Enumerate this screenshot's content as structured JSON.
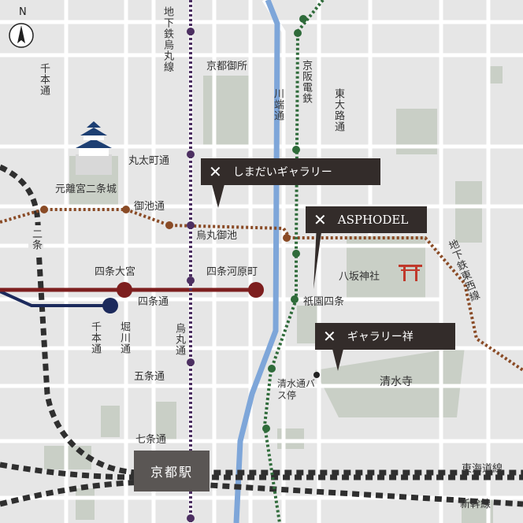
{
  "compass": {
    "letter": "N"
  },
  "callouts": {
    "shimadai": {
      "mark": "✕",
      "name": "しまだいギャラリー"
    },
    "asphodel": {
      "mark": "✕",
      "name": "ASPHODEL"
    },
    "sachi": {
      "mark": "✕",
      "name": "ギャラリー祥"
    }
  },
  "labels": {
    "gosho": "京都御所",
    "subway_karasuma": "地下鉄烏丸線",
    "keihan": "京阪電鉄",
    "kawabata": "川端通",
    "higashioji": "東大路通",
    "senbon_top": "千本通",
    "marutamachi": "丸太町通",
    "nijojo": "元離宮二条城",
    "oike": "御池通",
    "karasuma_oike": "烏丸御池",
    "nijo": "二条",
    "shijo_omiya": "四条大宮",
    "shijo_kawaramachi": "四条河原町",
    "yasaka": "八坂神社",
    "subway_tozai": "地下鉄東西線",
    "shijo_dori": "四条通",
    "gion_shijo": "祇園四条",
    "senbon_bottom": "千本通",
    "horikawa": "堀川通",
    "karasuma_dori": "烏丸通",
    "gojo": "五条通",
    "kiyomizu_bus": "清水通バス停",
    "kiyomizudera": "清水寺",
    "shichijo": "七条通",
    "kyoto_station": "京都駅",
    "tokaido": "東海道線",
    "shinkansen": "新幹線"
  },
  "colors": {
    "background": "#e6e6e6",
    "road": "#ffffff",
    "block": "#c9cfc6",
    "river": "#7ea6d9",
    "karasuma_line": "#4c2f61",
    "tozai_line": "#8a4b26",
    "keihan_line": "#2f6b3a",
    "hankyu_line": "#7d1e1e",
    "randen_line": "#1c2a5c",
    "jr_line": "#2f2f2f",
    "callout_bg": "#332c2a",
    "torii": "#c0392b"
  }
}
